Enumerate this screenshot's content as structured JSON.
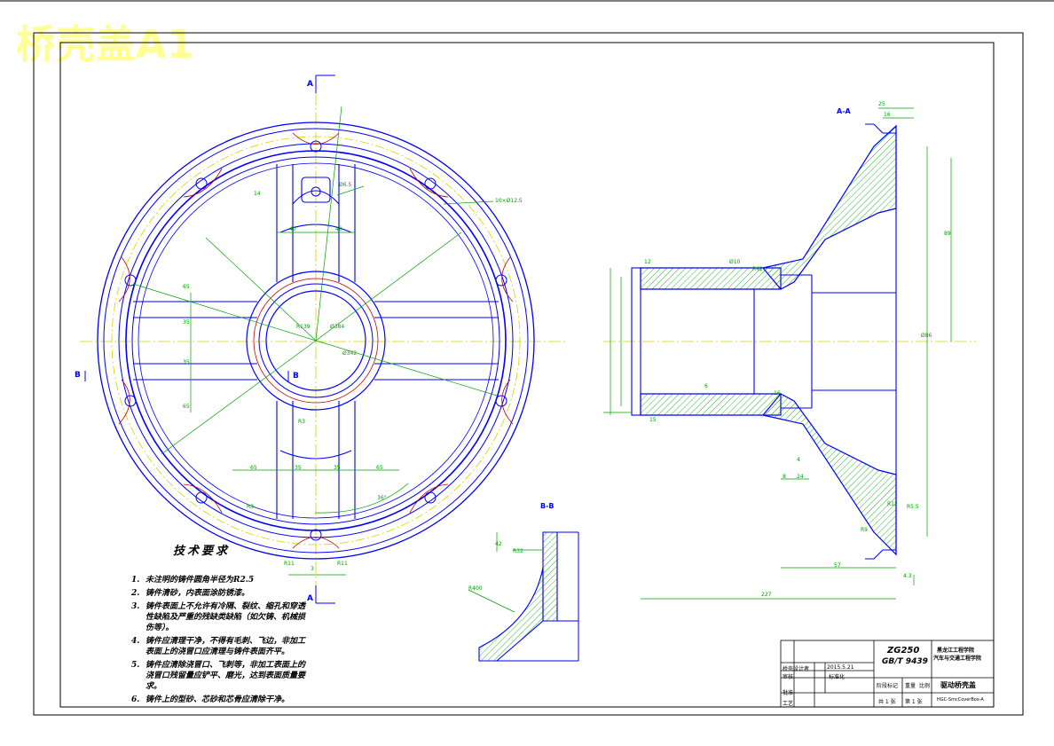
{
  "watermark": "桥壳盖A1",
  "section_labels": {
    "aa": "A-A",
    "bb": "B-B",
    "a_top": "A",
    "a_bottom": "A",
    "b_left": "B",
    "b_right": "B"
  },
  "front_view_dims": {
    "d1": "40",
    "d2": "40",
    "d3": "35",
    "d4": "35",
    "d5": "65",
    "d6": "65",
    "b1": "65",
    "b2": "35",
    "b3": "35",
    "b4": "65",
    "r139": "R139",
    "d384": "Ø384",
    "d342": "Ø342",
    "r3a": "R3",
    "r3b": "R3",
    "holes": "10×Ø12.5",
    "r11a": "R11",
    "r11b": "R11",
    "ang36": "36°",
    "hole65": "Ø6.5",
    "h14": "14",
    "n3": "3"
  },
  "section_dims": {
    "t25": "25",
    "t16": "16",
    "h12": "12",
    "w2": "Ø10",
    "d89": "89",
    "d86": "Ø86",
    "d227": "227",
    "d57": "57",
    "d24": "24",
    "d8": "8",
    "d4": "4",
    "d15": "15",
    "d16b": "16",
    "r12": "R12",
    "r9": "R9",
    "r55": "R5.5",
    "r42": "R42",
    "d6b": "6",
    "d43": "4.3"
  },
  "bb_dims": {
    "h42": "42",
    "r32": "R32",
    "r400": "R400"
  },
  "tech": {
    "title": "技术要求",
    "items": [
      {
        "n": "1.",
        "t": "未注明的铸件圆角半径为R2.5"
      },
      {
        "n": "2.",
        "t": "铸件清砂，内表面涂防锈漆。"
      },
      {
        "n": "3.",
        "t": "铸件表面上不允许有冷隔、裂纹、缩孔和穿透性缺陷及严重的残缺类缺陷（如欠铸、机械损伤等）。"
      },
      {
        "n": "4.",
        "t": "铸件应清理干净，不得有毛刺、飞边，非加工表面上的浇冒口应清理与铸件表面齐平。"
      },
      {
        "n": "5.",
        "t": "铸件应清除浇冒口、飞刺等，非加工表面上的浇冒口残留量应铲平、磨光，达到表面质量要求。"
      },
      {
        "n": "6.",
        "t": "铸件上的型砂、芯砂和芯骨应清除干净。"
      }
    ]
  },
  "title_block": {
    "material": "ZG250",
    "standard": "GB/T 9439",
    "school": "黑龙江工程学院",
    "dept": "汽车与交通工程学院",
    "part_name": "驱动桥壳盖",
    "design": "桥壳设计者",
    "date": "2015.5.21",
    "check": "审核",
    "approve": "批准",
    "craft": "工艺",
    "stage": "阶段标记",
    "weight": "重量",
    "scale": "比例",
    "sheets": "共 1 张",
    "sheet": "第 1 张",
    "drawing_no": "HGC-SmcCoverBox-A",
    "std_label": "标准化"
  },
  "colors": {
    "outline": "#0000ff",
    "dim": "#00a000",
    "center": "#d4d400",
    "hatch": "#00a000",
    "red": "#c00000",
    "frame": "#000000"
  }
}
